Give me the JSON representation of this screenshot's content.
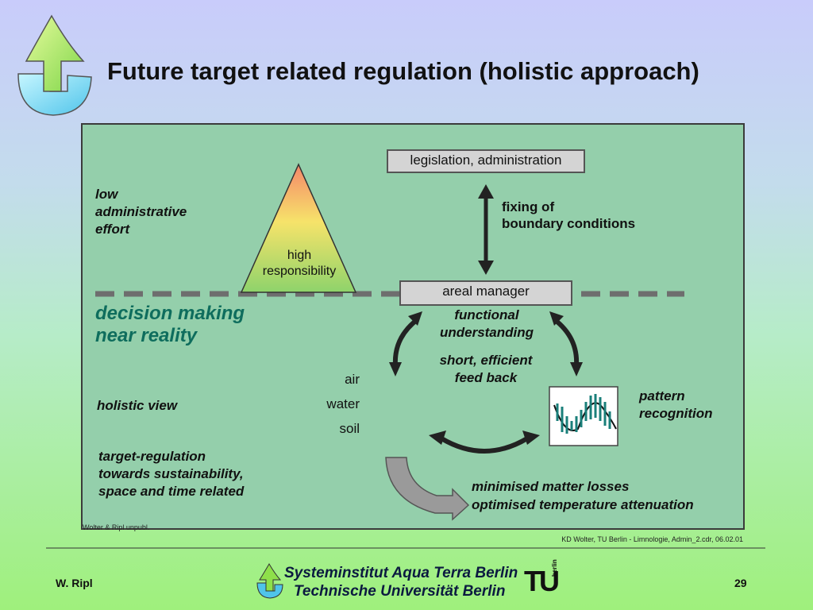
{
  "title": "Future target related regulation (holistic approach)",
  "diagram": {
    "legislation_box": "legislation, administration",
    "fixing_line1": "fixing of",
    "fixing_line2": "boundary conditions",
    "low_effort_line1": "low",
    "low_effort_line2": "administrative",
    "low_effort_line3": "effort",
    "triangle_line1": "high",
    "triangle_line2": "responsibility",
    "areal_manager_box": "areal manager",
    "decision_line1": "decision making",
    "decision_line2": "near reality",
    "functional_line1": "functional",
    "functional_line2": "understanding",
    "feedback_line1": "short, efficient",
    "feedback_line2": "feed back",
    "air": "air",
    "water": "water",
    "soil": "soil",
    "holistic_view": "holistic view",
    "pattern_line1": "pattern",
    "pattern_line2": "recognition",
    "target_line1": "target-regulation",
    "target_line2": "towards sustainability,",
    "target_line3": "space and time related",
    "losses_line1": "minimised matter losses",
    "losses_line2": "optimised temperature attenuation",
    "source_note": "Wolter & Ripl unpubl.",
    "credit": "KD Wolter, TU Berlin - Limnologie, Admin_2.cdr, 06.02.01"
  },
  "footer": {
    "author": "W. Ripl",
    "institute_line1": "Systeminstitut Aqua Terra Berlin",
    "institute_line2": "Technische Universität Berlin",
    "tu_logo_text": "TU",
    "tu_logo_side": "berlin",
    "page_number": "29"
  },
  "colors": {
    "panel": "#94cfab",
    "dashed_line": "#6e6e6e",
    "teal_text": "#0e6d5d",
    "logo_green": "#8ee04a",
    "logo_blue": "#6fd6f0"
  },
  "icons": [
    "aqua-terra-logo-icon",
    "double-arrow-icon",
    "curved-arrow-icon",
    "pattern-chart-icon",
    "tu-berlin-logo-icon"
  ]
}
